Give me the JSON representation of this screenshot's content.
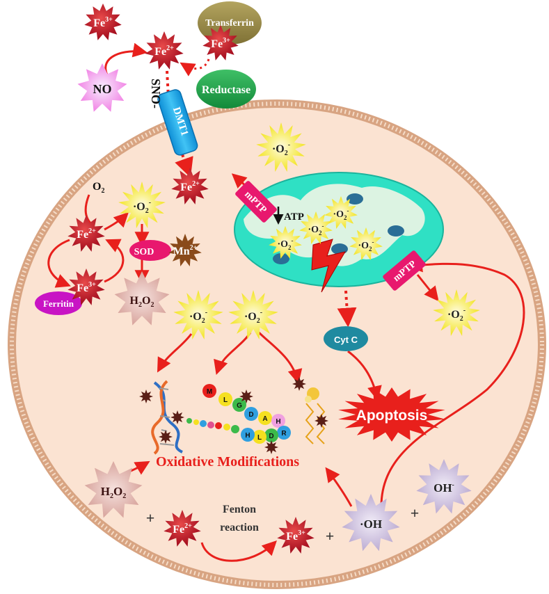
{
  "species": {
    "fe3_top": {
      "base": "Fe",
      "sup": "3+"
    },
    "fe2_top": {
      "base": "Fe",
      "sup": "2+"
    },
    "fe3_transferrin": {
      "base": "Fe",
      "sup": "3+"
    },
    "no": "NO",
    "sno": "SNO-",
    "transferrin": "Transferrin",
    "reductase": "Reductase",
    "dmt1": "DMT1",
    "fe2_cell": {
      "base": "Fe",
      "sup": "2+"
    },
    "o2": {
      "base": "O",
      "sub": "2"
    },
    "fe2_left": {
      "base": "Fe",
      "sup": "2+"
    },
    "fe3_left": {
      "base": "Fe",
      "sup": "3+"
    },
    "ferritin": "Ferritin",
    "superoxide": {
      "base": "·O",
      "sub": "2",
      "sup": "-"
    },
    "sod": "SOD",
    "mn": {
      "base": "Mn",
      "sup": "2+"
    },
    "h2o2": {
      "a": "H",
      "s1": "2",
      "b": "O",
      "s2": "2"
    },
    "mptp": "mPTP",
    "atp": "ATP",
    "cytc": "Cyt C",
    "apoptosis": "Apoptosis",
    "oxidative": "Oxidative Modifications",
    "fenton_1": "Fenton",
    "fenton_2": "reaction",
    "plus": "+",
    "oh_radical": "·OH",
    "oh_minus": {
      "base": "OH",
      "sup": "-"
    }
  },
  "protein_beads": [
    "M",
    "L",
    "G",
    "D",
    "A",
    "H",
    "R",
    "D",
    "L",
    "H"
  ],
  "colors": {
    "cell_fill": "#fbe3d2",
    "membrane": "#d8a482",
    "mito": "#2fe0c4",
    "mito_inner": "#dcf3e2",
    "arrow": "#e8201c",
    "fe_red": "#c8102e",
    "ros_yellow": "#f5ea10",
    "h2o2_pink": "#e0a8a0",
    "oh_lilac": "#c3b2da"
  }
}
